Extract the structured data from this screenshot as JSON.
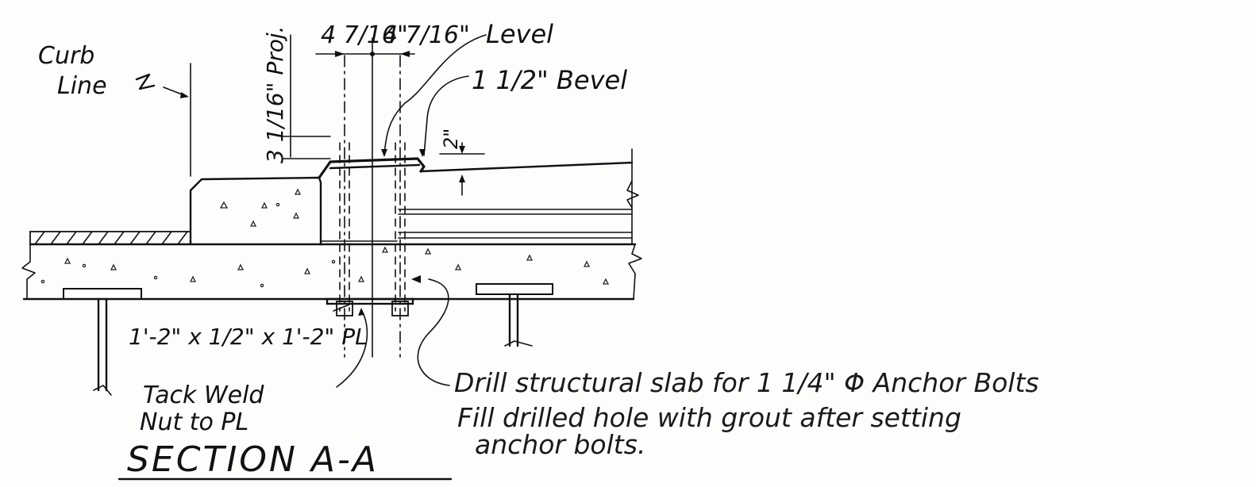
{
  "drawing": {
    "title": "SECTION A-A",
    "labels": {
      "curb_line_1": "Curb",
      "curb_line_2": "Line",
      "proj": "3 1/16\" Proj.",
      "dim_left": "4 7/16\"",
      "dim_right": "4 7/16\"",
      "level": "Level",
      "bevel": "1 1/2\" Bevel",
      "bevel_height": "2\"",
      "plate": "1'-2\" x 1/2\" x 1'-2\" PL",
      "tack_weld_1": "Tack Weld",
      "tack_weld_2": "Nut to PL",
      "note_1": "Drill structural slab for 1 1/4\" Φ Anchor Bolts",
      "note_2": "Fill drilled hole with grout after setting",
      "note_3": "anchor bolts."
    },
    "colors": {
      "ink": "#111111",
      "paper": "#fdfdfc"
    }
  }
}
